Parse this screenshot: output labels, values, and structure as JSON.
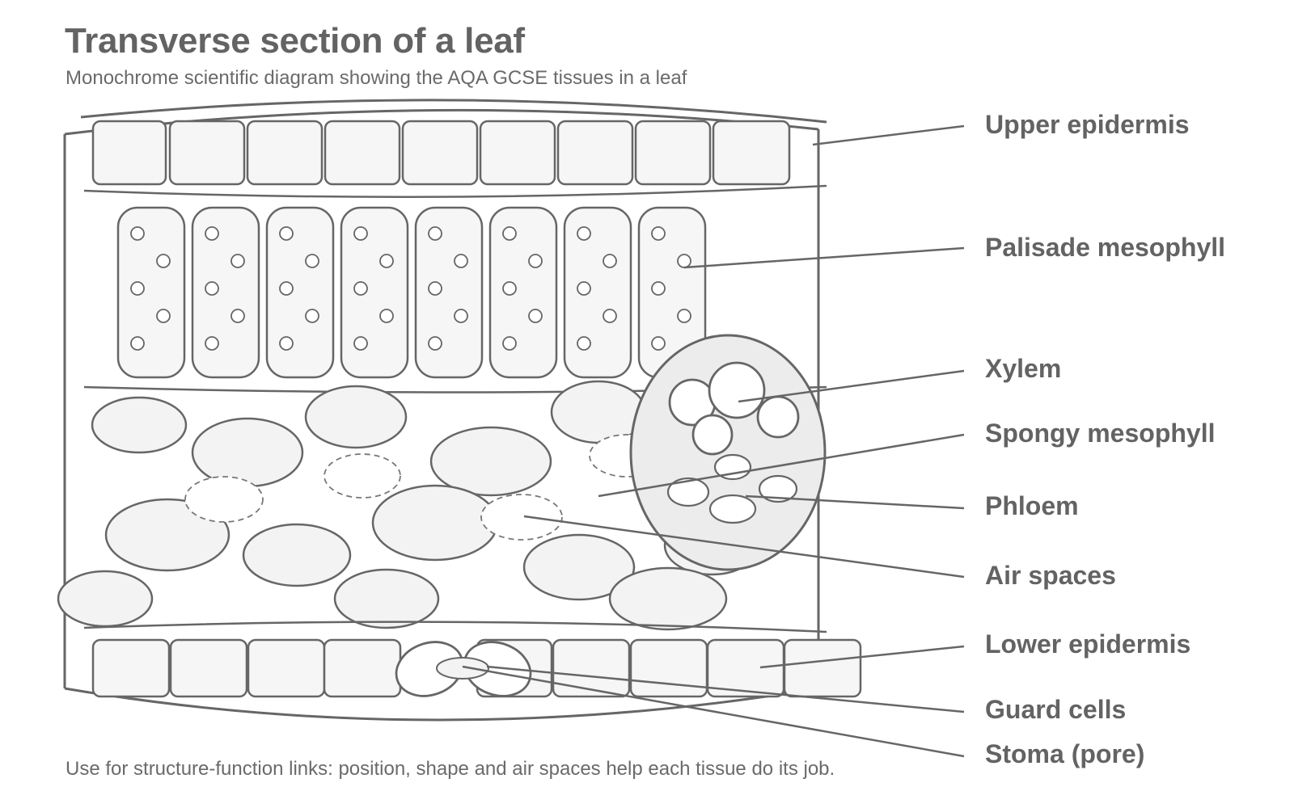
{
  "title": "Transverse section of a leaf",
  "subtitle": "Monochrome scientific diagram showing the AQA GCSE tissues in a leaf",
  "footnote": "Use for structure-function links: position, shape and air spaces help each tissue do its job.",
  "labels": {
    "upper_epidermis": "Upper epidermis",
    "palisade_mesophyll": "Palisade mesophyll",
    "xylem": "Xylem",
    "spongy_mesophyll": "Spongy mesophyll",
    "phloem": "Phloem",
    "air_spaces": "Air spaces",
    "lower_epidermis": "Lower epidermis",
    "guard_cells": "Guard cells",
    "stoma": "Stoma (pore)"
  },
  "colors": {
    "stroke": "#666666",
    "cell_fill": "#f6f6f6",
    "bundle_fill": "#ececec",
    "text": "#636363"
  }
}
